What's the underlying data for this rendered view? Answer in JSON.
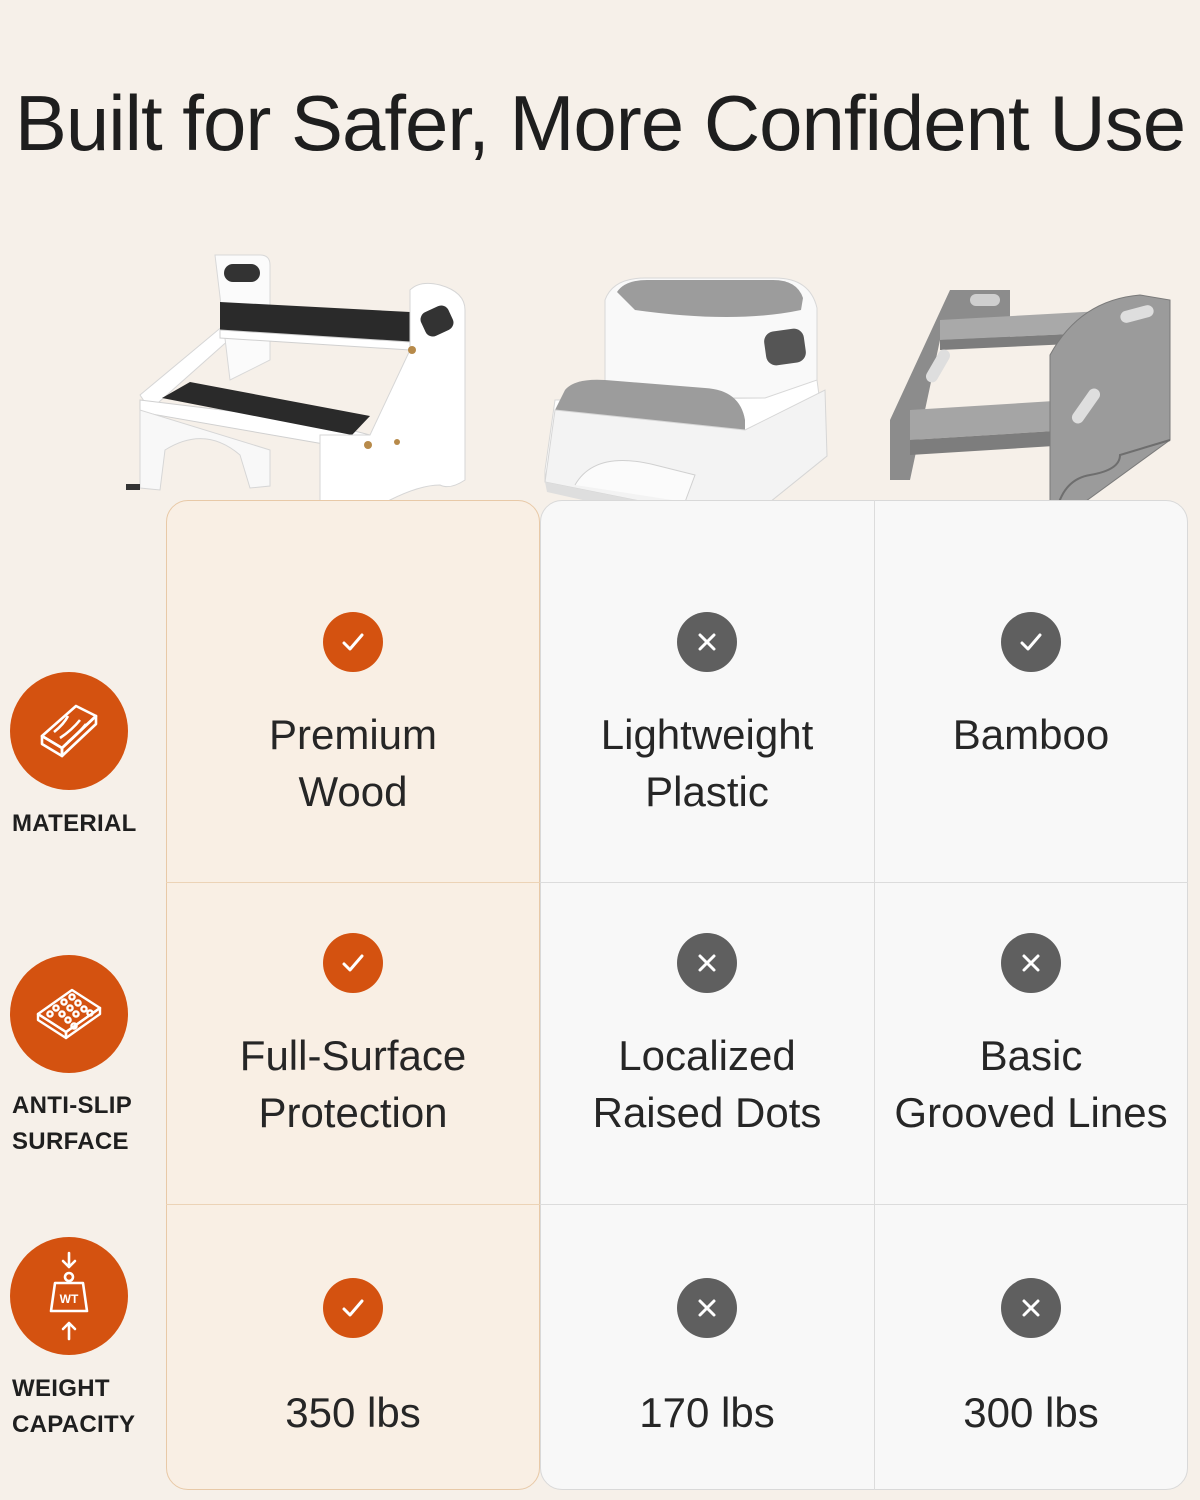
{
  "title": "Built for Safer, More Confident Use",
  "colors": {
    "accent": "#d45210",
    "negative": "#5f5f5f",
    "highlight_bg": "#f9efe4"
  },
  "products": [
    {
      "name": "wood-two-step-stool",
      "image": "white-wood-stool"
    },
    {
      "name": "plastic-two-step-stool",
      "image": "white-plastic-stool"
    },
    {
      "name": "bamboo-two-step-stool",
      "image": "gray-bamboo-stool"
    }
  ],
  "rows": [
    {
      "label": "MATERIAL",
      "icon": "wood-plank-icon",
      "cells": [
        {
          "status": "check",
          "text": "Premium\nWood"
        },
        {
          "status": "cross",
          "text": "Lightweight\nPlastic"
        },
        {
          "status": "check",
          "text": "Bamboo"
        }
      ]
    },
    {
      "label": "ANTI-SLIP\nSURFACE",
      "icon": "textured-mat-icon",
      "cells": [
        {
          "status": "check",
          "text": "Full-Surface\nProtection"
        },
        {
          "status": "cross",
          "text": "Localized\nRaised Dots"
        },
        {
          "status": "cross",
          "text": "Basic\nGrooved Lines"
        }
      ]
    },
    {
      "label": "WEIGHT\nCAPACITY",
      "icon": "weight-icon",
      "icon_text": "WT",
      "cells": [
        {
          "status": "check",
          "text": "350 lbs"
        },
        {
          "status": "cross",
          "text": "170 lbs"
        },
        {
          "status": "cross",
          "text": "300 lbs"
        }
      ]
    }
  ]
}
